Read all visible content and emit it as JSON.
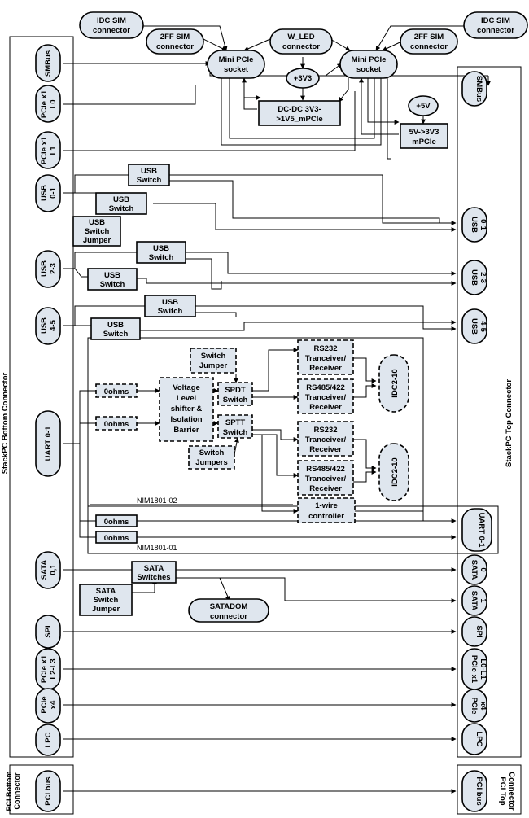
{
  "labels": {
    "idc_sim_left": [
      "IDC SIM",
      "connector"
    ],
    "idc_sim_right": [
      "IDC SIM",
      "connector"
    ],
    "sim2ff_left": [
      "2FF SIM",
      "connector"
    ],
    "sim2ff_right": [
      "2FF SIM",
      "connector"
    ],
    "w_led": [
      "W_LED",
      "connector"
    ],
    "mpcie_left": [
      "Mini PCIe",
      "socket"
    ],
    "mpcie_right": [
      "Mini PCIe",
      "socket"
    ],
    "v3v3": "+3V3",
    "v5": "+5V",
    "dcdc": [
      "DC-DC 3V3-",
      ">1V5_mPCIe"
    ],
    "v5to3v3": [
      "5V->3V3",
      "mPCIe"
    ],
    "usb_switch": [
      "USB",
      "Switch"
    ],
    "usb_switch_jumper": [
      "USB",
      "Switch",
      "Jumper"
    ],
    "ohms": "0ohms",
    "switch_jumper": [
      "Switch",
      "Jumper"
    ],
    "switch_jumpers": [
      "Switch",
      "Jumpers"
    ],
    "voltage": [
      "Voltage",
      "Level",
      "shifter &",
      "Isolation",
      "Barrier"
    ],
    "spdt": [
      "SPDT",
      "Switch"
    ],
    "sptt": [
      "SPTT",
      "Switch"
    ],
    "rs232": [
      "RS232",
      "Tranceiver/",
      "Receiver"
    ],
    "rs485": [
      "RS485/422",
      "Tranceiver/",
      "Receiver"
    ],
    "idc2_10": "IDC2-10",
    "one_wire": [
      "1-wire",
      "controller"
    ],
    "nim02": "NIM1801-02",
    "nim01": "NIM1801-01",
    "sata_switches": [
      "SATA",
      "Switches"
    ],
    "sata_switch_jumper": [
      "SATA",
      "Switch",
      "Jumper"
    ],
    "satadom": [
      "SATADOM",
      "connector"
    ]
  },
  "bottom_connector": {
    "title": "StackPC Bottom Connector",
    "smbus": [
      "SMBus"
    ],
    "pcie_l0": [
      "PCIe x1",
      "L0"
    ],
    "pcie_l1": [
      "PCIe x1",
      "L1"
    ],
    "usb01": [
      "USB",
      "0-1"
    ],
    "usb23": [
      "USB",
      "2-3"
    ],
    "usb45": [
      "USB",
      "4-5"
    ],
    "uart": [
      "UART 0-1"
    ],
    "sata": [
      "SATA",
      "0,1"
    ],
    "spi": [
      "SPI"
    ],
    "pcie_l23": [
      "PCIe x1",
      "L2-L3"
    ],
    "pcie_x4": [
      "PCIe",
      "x4"
    ],
    "lpc": [
      "LPC"
    ]
  },
  "top_connector": {
    "title": "StackPC Top Connector",
    "smbus": [
      "SMBus"
    ],
    "usb01": [
      "USB",
      "0-1"
    ],
    "usb23": [
      "USB",
      "2-3"
    ],
    "usb45": [
      "USB",
      "4-5"
    ],
    "uart": [
      "UART 0-1"
    ],
    "sata0": [
      "SATA",
      "0"
    ],
    "sata1": [
      "SATA",
      "1"
    ],
    "spi": [
      "SPI"
    ],
    "pcie_l01": [
      "PCIe x1",
      "L0-L1"
    ],
    "pcie_x4": [
      "PCIe",
      "x4"
    ],
    "lpc": [
      "LPC"
    ]
  },
  "pci": {
    "bottom_title": [
      "PCI Bottom",
      "Connector"
    ],
    "top_title": [
      "PCI Top",
      "Connector"
    ],
    "bus_bottom": [
      "PCI bus"
    ],
    "bus_top": [
      "PCI bus"
    ]
  }
}
